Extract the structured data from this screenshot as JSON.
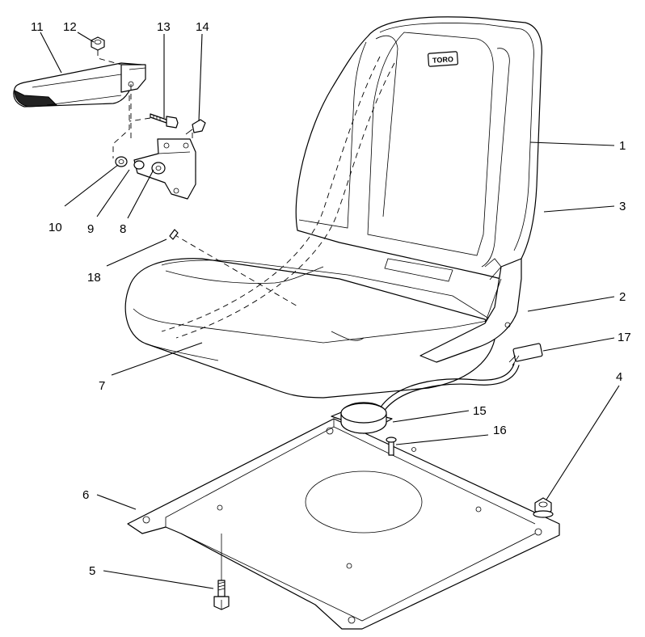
{
  "callouts": {
    "c1": "1",
    "c2": "2",
    "c3": "3",
    "c4": "4",
    "c5": "5",
    "c6": "6",
    "c7": "7",
    "c8": "8",
    "c9": "9",
    "c10": "10",
    "c11": "11",
    "c12": "12",
    "c13": "13",
    "c14": "14",
    "c15": "15",
    "c16": "16",
    "c17": "17",
    "c18": "18"
  },
  "seat_logo": "TORO",
  "colors": {
    "line": "#000000",
    "background": "#ffffff"
  }
}
